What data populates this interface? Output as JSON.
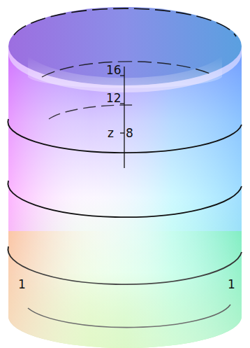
{
  "diagram": {
    "labels": [
      "16",
      "12",
      "z",
      "8",
      "1",
      "1"
    ]
  }
}
